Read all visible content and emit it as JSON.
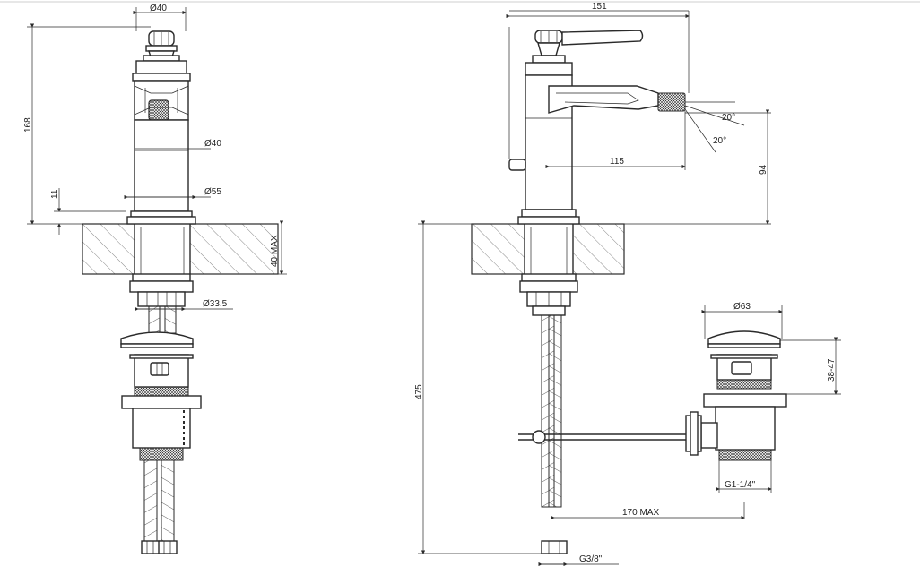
{
  "dimensions": {
    "left": {
      "top_diameter": "Ø40",
      "total_height": "168",
      "body_diameter": "Ø40",
      "base_diameter": "Ø55",
      "base_height": "11",
      "deck_max": "40 MAX",
      "nut_diameter": "Ø33.5"
    },
    "right": {
      "overall_width": "151",
      "spout_reach": "115",
      "angle_top": "20°",
      "angle_bottom": "20°",
      "spout_height": "94",
      "total_height": "475",
      "waste_diameter": "Ø63",
      "waste_height": "38-47",
      "waste_thread": "G1-1/4\"",
      "rod_length": "170 MAX",
      "hose_thread": "G3/8\""
    }
  },
  "colors": {
    "line": "#2a2a2a",
    "background": "#ffffff"
  }
}
